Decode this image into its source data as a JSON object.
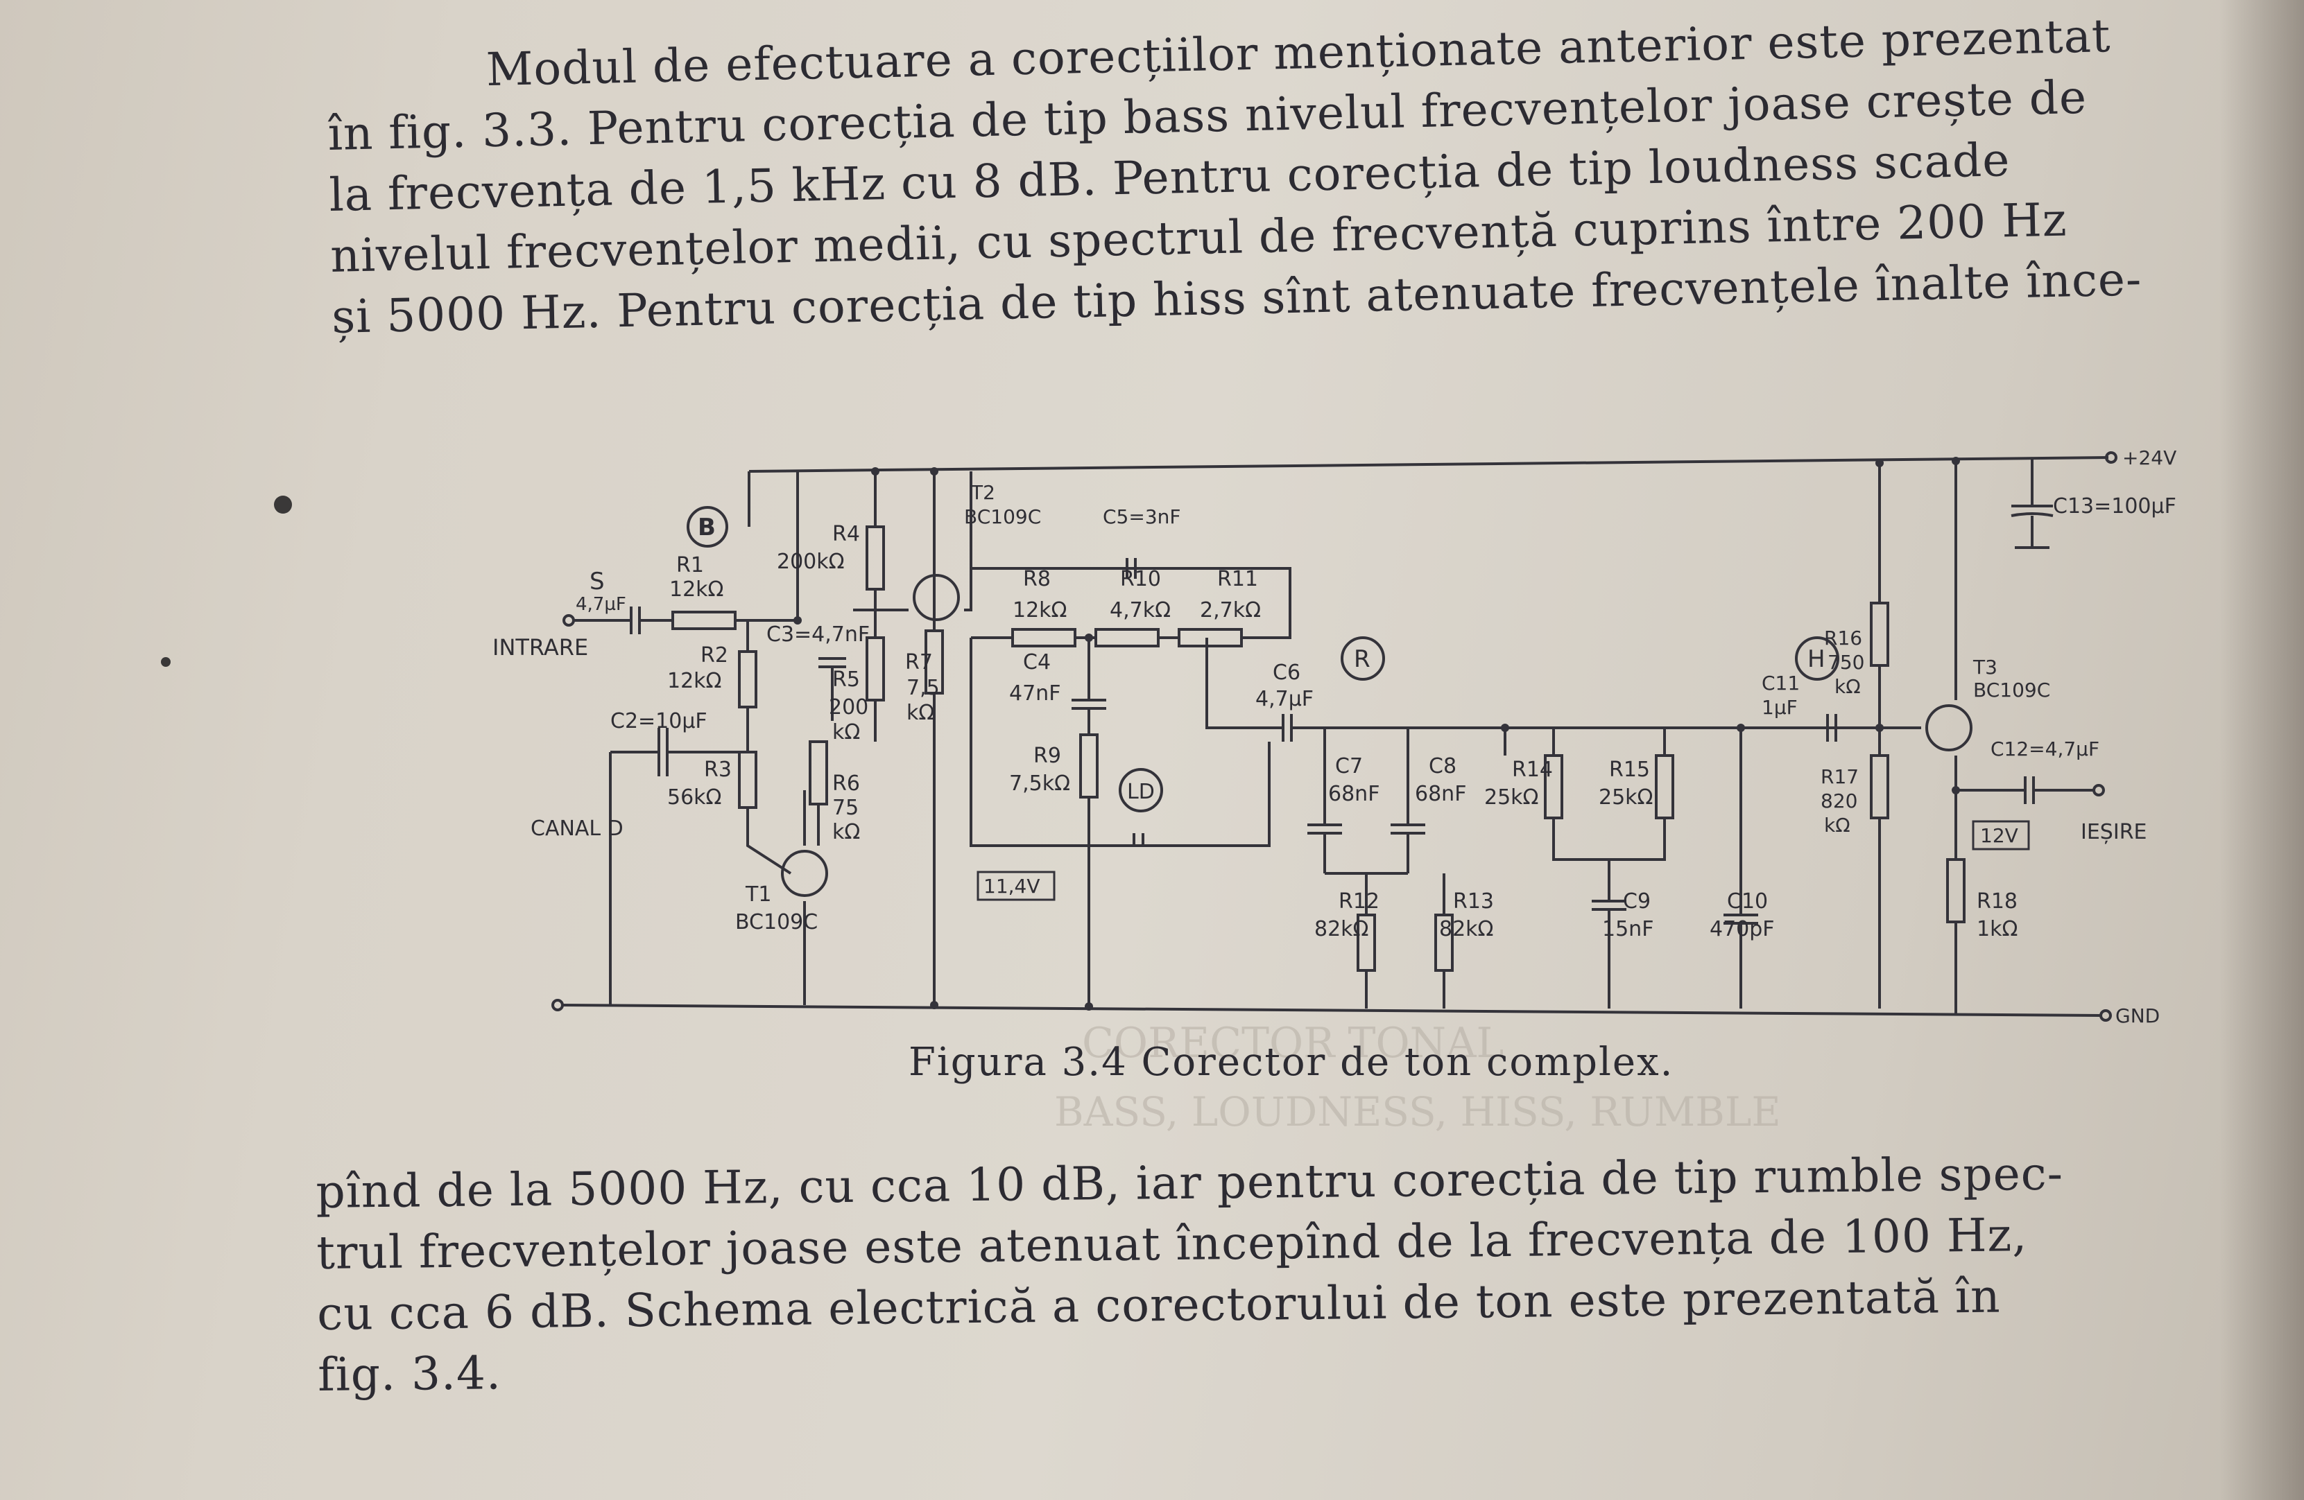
{
  "paragraph_top": {
    "lines": [
      "Modul de efectuare a corecțiilor menționate anterior este prezentat",
      "în fig. 3.3. Pentru corecția de tip bass nivelul frecvențelor joase crește de",
      "la frecvența de 1,5 kHz cu 8 dB. Pentru corecția de tip loudness scade",
      "nivelul frecvențelor medii, cu spectrul de frecvență cuprins între 200 Hz",
      "și 5000 Hz. Pentru corecția de tip hiss sînt atenuate frecvențele înalte înce-"
    ]
  },
  "figure": {
    "caption": "Figura 3.4 Corector de ton complex.",
    "labels": {
      "supply": "+24V",
      "c13": "C13=100µF",
      "s": "S",
      "c1": "4,7µF",
      "b": "B",
      "r1": "R1",
      "r1v": "12kΩ",
      "r4": "R4",
      "r4v": "200kΩ",
      "t2": "T2",
      "t2v": "BC109C",
      "c5": "C5=3nF",
      "r8": "R8",
      "r8v": "12kΩ",
      "r10": "R10",
      "r10v": "4,7kΩ",
      "r11": "R11",
      "r11v": "2,7kΩ",
      "intrare": "INTRARE",
      "r2": "R2",
      "r2v": "12kΩ",
      "c3": "C3=4,7nF",
      "r7": "R7",
      "r7v1": "7,5",
      "r7v2": "kΩ",
      "c4": "C4",
      "c4v": "47nF",
      "r5": "R5",
      "r5v1": "200",
      "r5v2": "kΩ",
      "c2": "C2=10µF",
      "c6": "C6",
      "c6v": "4,7µF",
      "r": "R",
      "h": "H",
      "r16": "R16",
      "r16v1": "750",
      "r16v2": "kΩ",
      "c11": "C11",
      "c11v": "1µF",
      "t3": "T3",
      "t3v": "BC109C",
      "c12": "C12=4,7µF",
      "r3": "R3",
      "r3v": "56kΩ",
      "r6": "R6",
      "r6v1": "75",
      "r6v2": "kΩ",
      "r9": "R9",
      "r9v": "7,5kΩ",
      "ld": "LD",
      "c7": "C7",
      "c7v": "68nF",
      "c8": "C8",
      "c8v": "68nF",
      "r14": "R14",
      "r14v": "25kΩ",
      "r15": "R15",
      "r15v": "25kΩ",
      "r17": "R17",
      "r17v1": "820",
      "r17v2": "kΩ",
      "v12": "12V",
      "iesire": "IEȘIRE",
      "canal": "CANAL D",
      "t1": "T1",
      "t1v": "BC109C",
      "v114": "11,4V",
      "r12": "R12",
      "r12v": "82kΩ",
      "r13": "R13",
      "r13v": "82kΩ",
      "c9": "C9",
      "c9v": "15nF",
      "c10": "C10",
      "c10v": "470pF",
      "r18": "R18",
      "r18v": "1kΩ",
      "gnd": "GND"
    }
  },
  "paragraph_bottom": {
    "lines": [
      "pînd de la 5000 Hz, cu cca 10 dB, iar pentru corecția de tip rumble spec-",
      "trul frecvențelor joase este atenuat începînd de la frecvența de 100 Hz,",
      "cu cca 6 dB. Schema electrică a corectorului de ton este prezentată în",
      "fig. 3.4."
    ]
  },
  "bleed_through": [
    "CORECTOR TONAL",
    "BASS, LOUDNESS, HISS, RUMBLE"
  ]
}
